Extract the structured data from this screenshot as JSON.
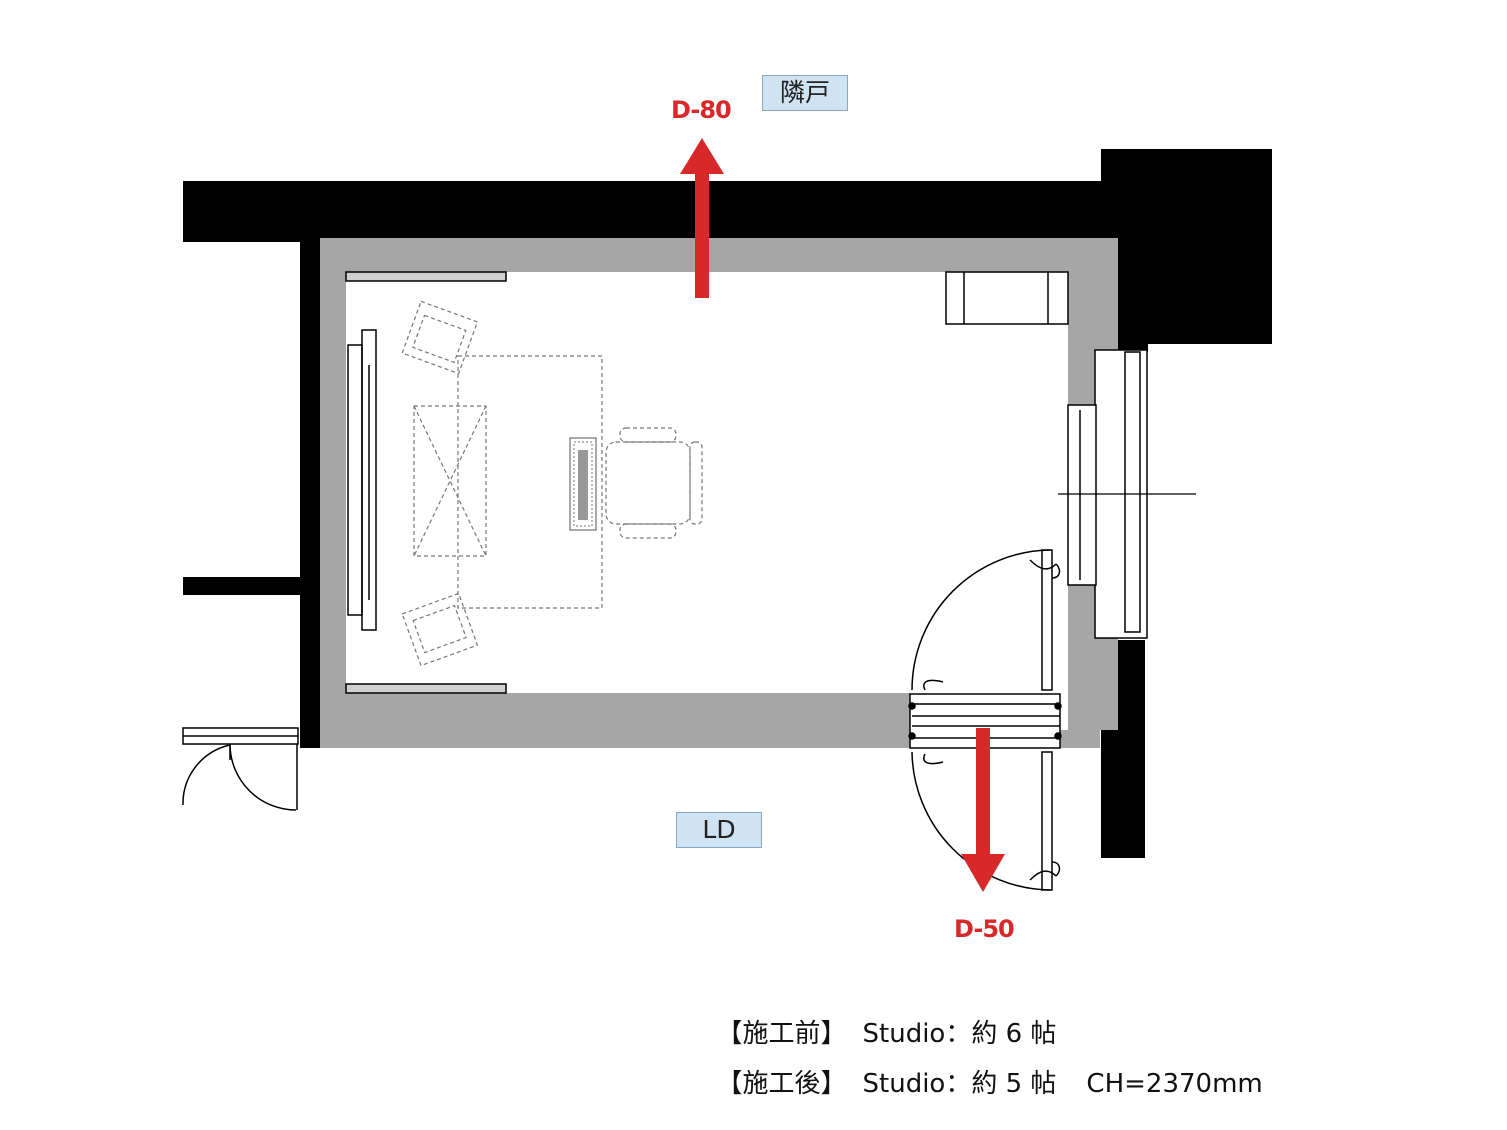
{
  "rooms": {
    "neighbor": "隣戸",
    "living": "LD"
  },
  "measurements": {
    "top": "D-80",
    "bottom": "D-50"
  },
  "colors": {
    "wall": "#000000",
    "insulation": "#a6a6a6",
    "arrow": "#d7282a",
    "room_tag": "#cfe3f3"
  },
  "notes": {
    "before": {
      "label": "【施工前】",
      "text": "Studio：約 6 帖"
    },
    "after": {
      "label": "【施工後】",
      "text": "Studio：約 5 帖",
      "height": "CH=2370mm"
    }
  }
}
